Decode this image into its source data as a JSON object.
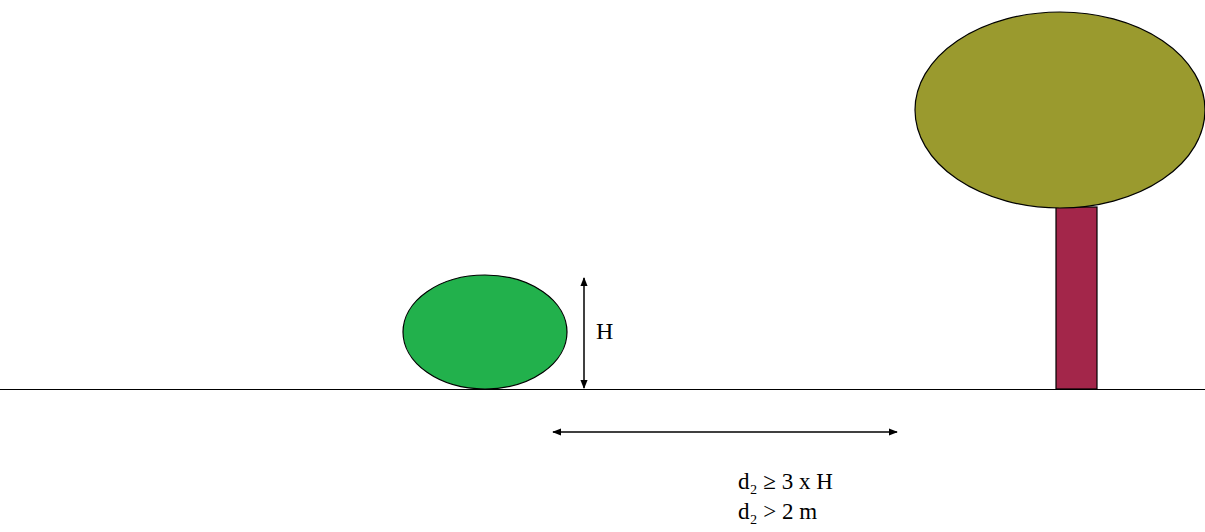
{
  "diagram": {
    "labels": [
      "H",
      "d₂ ≥ 3 x H",
      "d₂ > 2 m"
    ]
  }
}
